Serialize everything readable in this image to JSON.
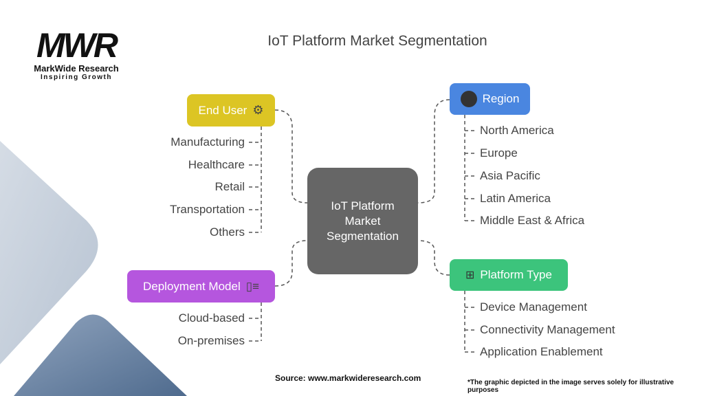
{
  "logo": {
    "mark": "MWR",
    "name": "MarkWide Research",
    "tagline": "Inspiring Growth"
  },
  "title": "IoT Platform Market Segmentation",
  "center": "IoT Platform Market Segmentation",
  "segments": {
    "end_user": {
      "label": "End User",
      "color": "#DCC524",
      "items": [
        "Manufacturing",
        "Healthcare",
        "Retail",
        "Transportation",
        "Others"
      ]
    },
    "region": {
      "label": "Region",
      "color": "#4A86E0",
      "items": [
        "North America",
        "Europe",
        "Asia Pacific",
        "Latin America",
        "Middle East & Africa"
      ]
    },
    "platform_type": {
      "label": "Platform Type",
      "color": "#3CC47C",
      "items": [
        "Device Management",
        "Connectivity Management",
        "Application Enablement"
      ]
    },
    "deployment_model": {
      "label": "Deployment Model",
      "color": "#B556DE",
      "items": [
        "Cloud-based",
        "On-premises"
      ]
    }
  },
  "footer": {
    "source": "Source: www.markwideresearch.com",
    "note": "*The graphic depicted in the image serves solely for illustrative purposes"
  }
}
